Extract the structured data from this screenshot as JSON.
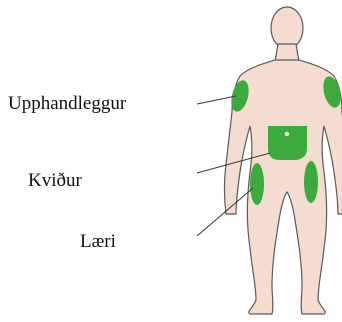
{
  "labels": {
    "upper_arm": "Upphandleggur",
    "abdomen": "Kviður",
    "thigh": "Læri"
  },
  "colors": {
    "skin": "#f4dcd0",
    "outline": "#5a5a5a",
    "injection_site": "#3caa3c",
    "leader_line": "#333333",
    "navel": "#ffffff"
  },
  "diagram": {
    "figure": "front-view human body outline",
    "highlighted_sites": [
      "upper-arm-left",
      "upper-arm-right",
      "abdomen",
      "thigh-left",
      "thigh-right"
    ]
  }
}
